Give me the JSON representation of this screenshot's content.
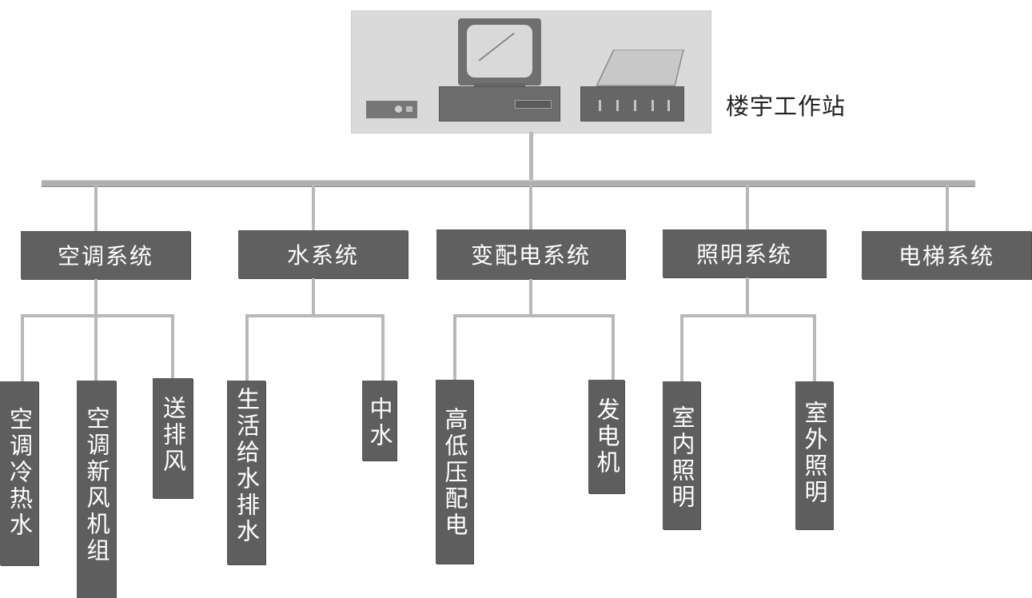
{
  "workstation": {
    "label": "楼宇工作站"
  },
  "systems": [
    {
      "id": "hvac",
      "label": "空调系统",
      "subsystems": [
        "空调冷热水",
        "空调新风机组",
        "送排风"
      ]
    },
    {
      "id": "water",
      "label": "水系统",
      "subsystems": [
        "生活给水排水",
        "中水"
      ]
    },
    {
      "id": "power",
      "label": "变配电系统",
      "subsystems": [
        "高低压配电",
        "发电机"
      ]
    },
    {
      "id": "lighting",
      "label": "照明系统",
      "subsystems": [
        "室内照明",
        "室外照明"
      ]
    },
    {
      "id": "elevator",
      "label": "电梯系统",
      "subsystems": []
    }
  ],
  "colors": {
    "box": "#606060",
    "line": "#b8b8b8",
    "panel": "#dadada",
    "text_on_box": "#ffffff"
  }
}
